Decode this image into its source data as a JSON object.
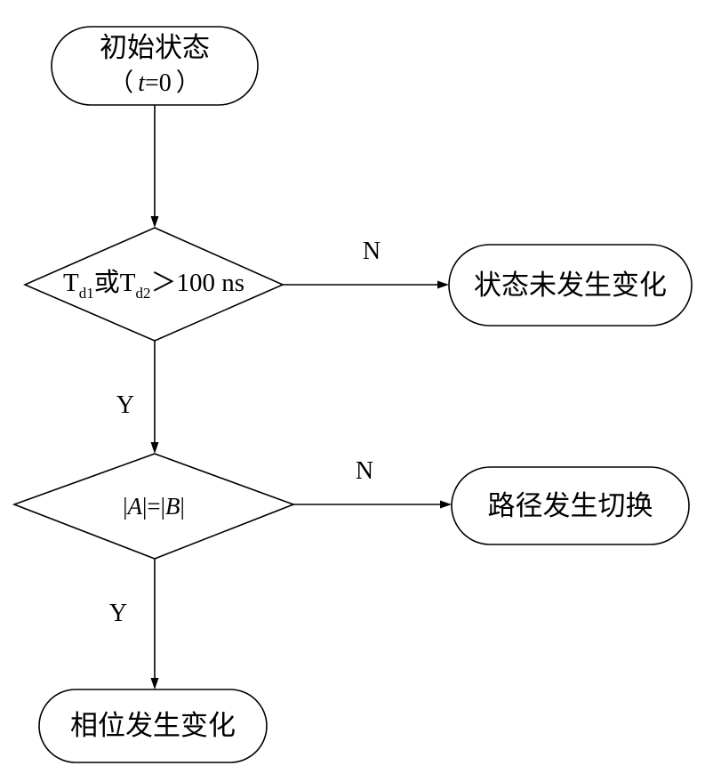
{
  "nodes": {
    "start": {
      "title": "初始状态",
      "paren_open": "（",
      "var": "t",
      "expr": "=0",
      "paren_close": "）"
    },
    "decision_1": {
      "t1": "T",
      "sub1": "d1",
      "or": "或",
      "t2": "T",
      "sub2": "d2",
      "rest": "＞100 ns"
    },
    "result_unchanged": {
      "label": "状态未发生变化"
    },
    "decision_2": {
      "bar_open": "|",
      "a": "A",
      "mid": "|=|",
      "b": "B",
      "bar_close": "|"
    },
    "result_path_switch": {
      "label": "路径发生切换"
    },
    "result_phase_change": {
      "label": "相位发生变化"
    }
  },
  "edges": {
    "d1_no": "N",
    "d1_yes": "Y",
    "d2_no": "N",
    "d2_yes": "Y"
  }
}
